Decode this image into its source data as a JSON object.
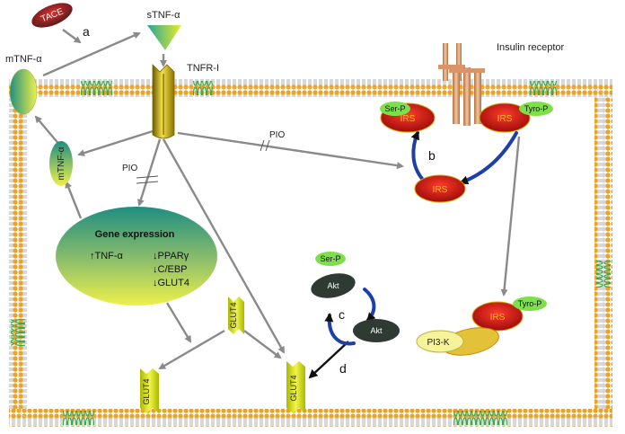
{
  "labels": {
    "tace": "TACE",
    "a": "a",
    "stnf": "sTNF-α",
    "mtnf_top": "mTNF-α",
    "mtnf_cyto": "mTNF-α",
    "tnfr": "TNFR-I",
    "insulin_receptor": "Insulin receptor",
    "pio_1": "PIO",
    "pio_2": "PIO",
    "b": "b",
    "c": "c",
    "d": "d",
    "ser_p_1": "Ser-P",
    "tyro_p_1": "Tyro-P",
    "ser_p_2": "Ser-P",
    "tyro_p_2": "Tyro-P",
    "irs_1": "IRS",
    "irs_2": "IRS",
    "irs_3": "IRS",
    "irs_4": "IRS",
    "akt_1": "Akt",
    "akt_2": "Akt",
    "pi3k": "PI3-K",
    "glut4_1": "GLUT4",
    "glut4_2": "GLUT4",
    "glut4_3": "GLUT4"
  },
  "gene_expression": {
    "title": "Gene expression",
    "tnf": "↑TNF-α",
    "ppar": "↓PPARγ",
    "cebp": "↓C/EBP",
    "glut4": "↓GLUT4"
  },
  "colors": {
    "membrane_head": "#f0a11e",
    "membrane_tail": "#a8a8a8",
    "membrane_channel": "#3aa84a",
    "irs_fill": "#d21f1f",
    "akt_fill": "#2f3a33",
    "phospho_tag": "#7de04a",
    "glut4": "#d8e021",
    "receptor_gold": "#d9b300",
    "insulin_receptor": "#e3a77a",
    "arrow_gray": "#8a8a8a",
    "arrow_blue": "#1f3fa8"
  }
}
